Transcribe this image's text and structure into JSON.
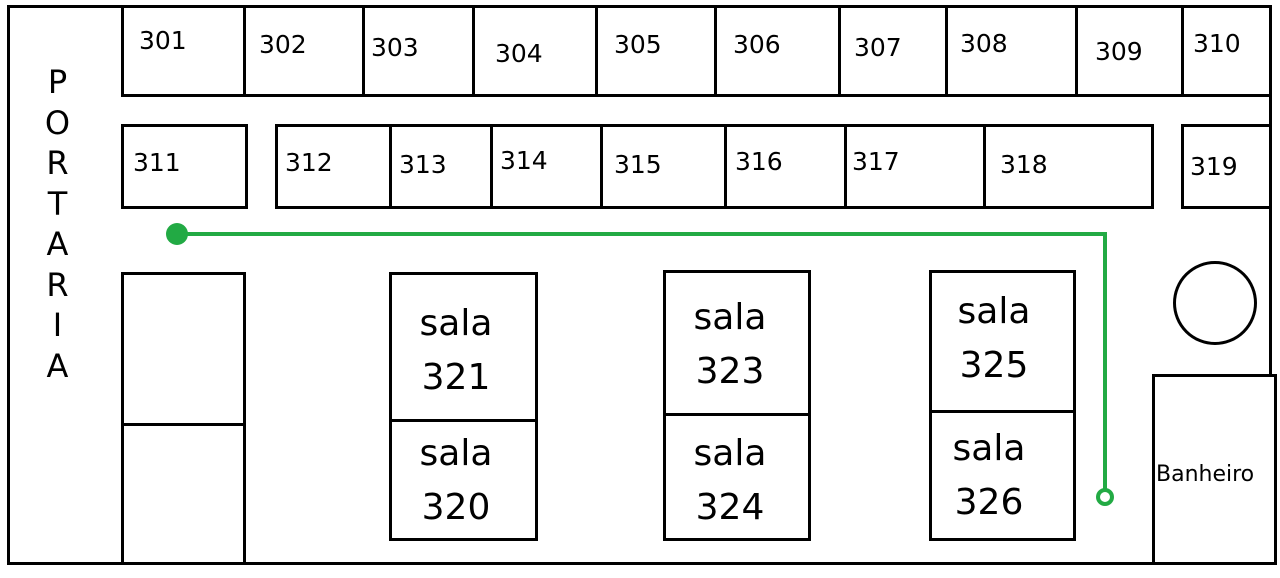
{
  "portaria": [
    "P",
    "O",
    "R",
    "T",
    "A",
    "R",
    "I",
    "A"
  ],
  "top_row": [
    "301",
    "302",
    "303",
    "304",
    "305",
    "306",
    "307",
    "308",
    "309",
    "310"
  ],
  "second_row": [
    "311",
    "312",
    "313",
    "314",
    "315",
    "316",
    "317",
    "318",
    "319"
  ],
  "salas": {
    "s321": {
      "word": "sala",
      "number": "321"
    },
    "s320": {
      "word": "sala",
      "number": "320"
    },
    "s323": {
      "word": "sala",
      "number": "323"
    },
    "s324": {
      "word": "sala",
      "number": "324"
    },
    "s325": {
      "word": "sala",
      "number": "325"
    },
    "s326": {
      "word": "sala",
      "number": "326"
    }
  },
  "banheiro": "Banheiro",
  "route_color": "#22aa44"
}
